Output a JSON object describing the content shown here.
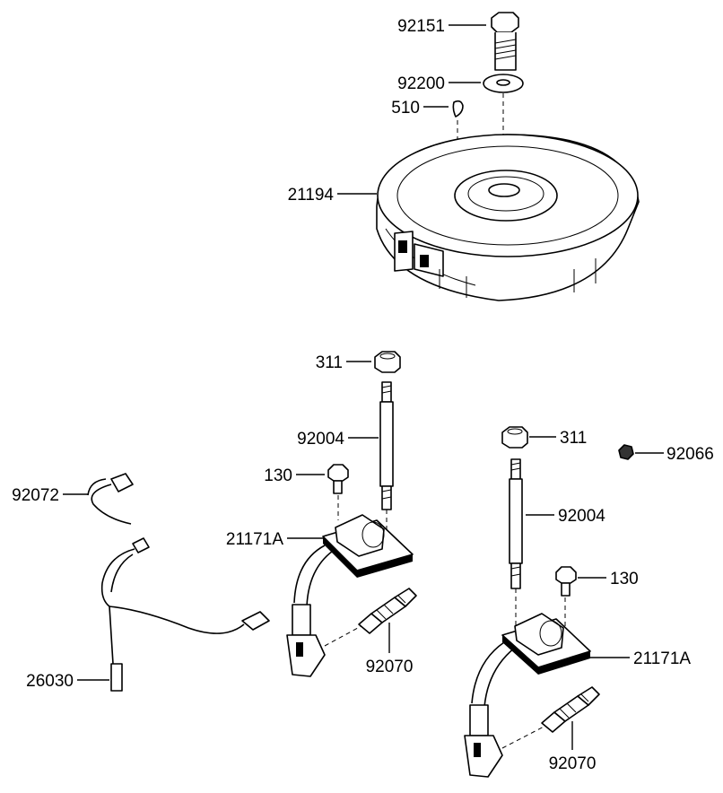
{
  "labels": {
    "flywheel_bolt": "92151",
    "washer": "92200",
    "key": "510",
    "flywheel": "21194",
    "nut_left": "311",
    "stud_left": "92004",
    "bolt_left": "130",
    "coil_left": "21171A",
    "plug_left": "92070",
    "wire_clip": "92072",
    "lead_wire": "26030",
    "nut_right": "311",
    "stud_right": "92004",
    "bolt_right": "130",
    "coil_right": "21171A",
    "plug_right": "92070",
    "small_part": "92066"
  }
}
